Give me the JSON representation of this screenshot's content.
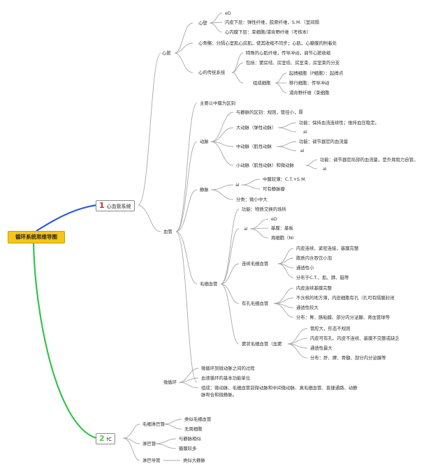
{
  "root": "循环系统思维导图",
  "b1": {
    "num": "1",
    "label": "心血管系统"
  },
  "b2": {
    "num": "2",
    "label": "fC"
  },
  "heart": {
    "title": "心脏",
    "wall": {
      "title": "心壁",
      "items": [
        "eD",
        "内皮下层：弹性纤维，胶原纤维，S.M.（室间隔",
        "心内膜下层：束细胞/浦肯野纤维（考核本）"
      ]
    },
    "skeleton": "心骨骼：分隔心室肌心房肌，使其收缩不同步；心肌，心瓣膜的附着处",
    "conduction": {
      "title": "心的传统系统",
      "items": [
        "特殊的心肌纤维，传导冲动，调节心脏收缩",
        "包括：窦房结、房室结、房室束、房室束的分支"
      ],
      "cells": {
        "title": "组成细胞",
        "items": [
          "起搏细胞（P细胞）：起搏点",
          "移行细胞：传导冲动",
          "浦肯野纤维（束细胞"
        ]
      }
    }
  },
  "vessel": {
    "title": "血管",
    "main": "主要以中膜为区别",
    "artery": {
      "title": "动脉",
      "diff": "与静脉的区别：规则，管径小，厚",
      "large": {
        "title": "大动脉（弹性动脉）",
        "func": "功能：保持血流连续性；维持血压稳定。",
        "al": "al"
      },
      "medium": {
        "title": "中动脉（肌性动脉",
        "func": "功能：调节器官的血流量",
        "al": "al"
      },
      "small": {
        "title": "小动脉（肌性动脉）和微动脉",
        "func": "功能：调节器官局部的血流量，是外周阻力自管。",
        "al": "al"
      }
    },
    "vein": {
      "title": "静脉",
      "al": "al",
      "al_items": [
        "中膜较薄：C.T.+S.M.",
        "可有静脉瓣"
      ],
      "cls": "分类：微小中大"
    },
    "capillary": {
      "title": "毛细血管",
      "func": "功能：物质交换的场所",
      "al": "al",
      "al_items": [
        "eD",
        "基膜：基板",
        "周细胞（NI"
      ],
      "cont": {
        "title": "连续毛细血管",
        "items": [
          "内皮连续、紧密连接，基膜完整",
          "胞质内含吞饮小泡",
          "通透性小",
          "分布于C.T.、肌、肺、脑等"
        ]
      },
      "fen": {
        "title": "有孔毛细血管",
        "items": [
          "内皮连续基膜完整",
          "不含核的地方薄，内皮细胞有孔（孔可有隔膜封闭",
          "通透性较大",
          "分布：胃、肠粘膜、部分内分泌腺、肾血管球等"
        ]
      },
      "sin": {
        "title": "窦状毛细血管（血窦",
        "items": [
          "管腔大，形态不规则",
          "内皮可有孔、内皮不连续、基膜不完整或缺乏",
          "通透性最大",
          "分布：肝、脾、骨髓、部分内分泌腺等"
        ]
      }
    },
    "micro": {
      "title": "微循环",
      "items": [
        "微循环到微动脉之间的过程",
        "血液循环的基本功能单位",
        "组成：微动脉、毛细血管前微动脉和中间微动脉、真毛细血管、直捷通路、动静",
        "脉吻合和微静脉。"
      ]
    }
  },
  "lymph": {
    "cap": {
      "title": "毛细淋巴管",
      "items": [
        "类似毛细血管",
        "无周细胞"
      ]
    },
    "duct": {
      "title": "淋巴管",
      "items": [
        "与静脉相似",
        "瓣膜较多"
      ]
    },
    "trunk": {
      "title": "淋巴导管",
      "items": [
        "类似大静脉"
      ]
    }
  }
}
